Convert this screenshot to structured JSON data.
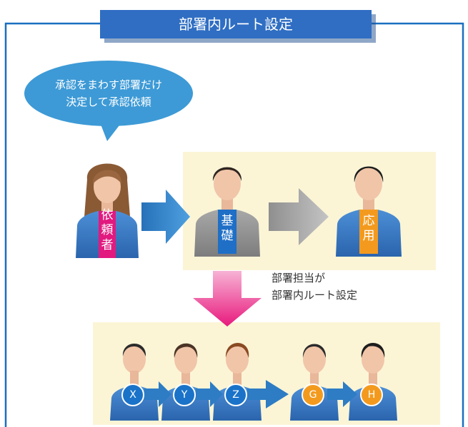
{
  "title": "部署内ルート設定",
  "speech_bubble": {
    "line1": "承認をまわす部署だけ",
    "line2": "決定して承認依頼"
  },
  "requester": {
    "label": "依頼者"
  },
  "departments": [
    {
      "label": "基礎"
    },
    {
      "label": "応用"
    }
  ],
  "note": {
    "line1": "部署担当が",
    "line2": "部署内ルート設定"
  },
  "approvers": [
    {
      "label": "X",
      "color": "#1a73c9"
    },
    {
      "label": "Y",
      "color": "#1a73c9"
    },
    {
      "label": "Z",
      "color": "#1a73c9"
    },
    {
      "label": "G",
      "color": "#f39a1e"
    },
    {
      "label": "H",
      "color": "#f39a1e"
    }
  ],
  "colors": {
    "frame": "#1a6fc0",
    "title_bg": "#2f6ec3",
    "bubble": "#3d9ad6",
    "requester_suit": "#2f6fbc",
    "requester_sash": "#e2197f",
    "basic_suit": "#8c8c8c",
    "basic_sash": "#1f6fc6",
    "applied_suit": "#2f6fbc",
    "applied_sash": "#f39a1e",
    "panel": "#fbf5d6",
    "arrow_blue": "#2d7cc4",
    "arrow_gray": "#9a9a9a",
    "arrow_pink": "#e8197d"
  }
}
